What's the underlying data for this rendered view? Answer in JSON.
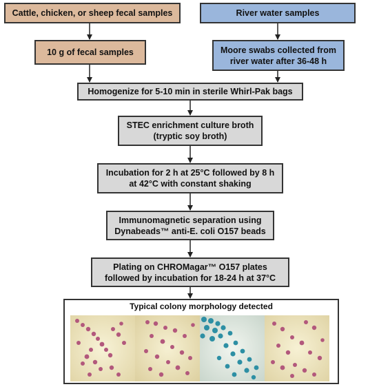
{
  "colors": {
    "fecal": "#dcb99c",
    "water": "#9ab6dc",
    "step": "#d8d8d8",
    "border": "#333333",
    "plate_bg": "#f3ecc4",
    "colony_pink": "#b2587c",
    "colony_blue": "#2d8fa4",
    "blue_plate_bg": "#e9efe7"
  },
  "sources": {
    "fecal": {
      "label": "Cattle, chicken, or sheep fecal samples",
      "sample": "10 g of fecal samples"
    },
    "water": {
      "label": "River water samples",
      "sample_lines": [
        "Moore swabs collected from",
        "river water after 36-48 h"
      ]
    }
  },
  "steps": [
    {
      "lines": [
        "Homogenize for 5-10 min in sterile Whirl-Pak bags"
      ]
    },
    {
      "lines": [
        "STEC enrichment culture broth",
        "(tryptic soy broth)"
      ]
    },
    {
      "lines": [
        "Incubation for 2 h at 25°C followed by 8 h",
        "at 42°C with constant shaking"
      ]
    },
    {
      "lines": [
        "Immunomagnetic separation using",
        "Dynabeads™ anti-E. coli O157 beads"
      ]
    },
    {
      "lines": [
        "Plating on CHROMagar™ O157 plates",
        "followed by incubation for 18-24 h at 37°C"
      ]
    }
  ],
  "result": {
    "title": "Typical colony morphology detected",
    "plates": [
      "mauve-colonies",
      "mauve-colonies",
      "blue-colonies",
      "mauve-colonies"
    ]
  }
}
